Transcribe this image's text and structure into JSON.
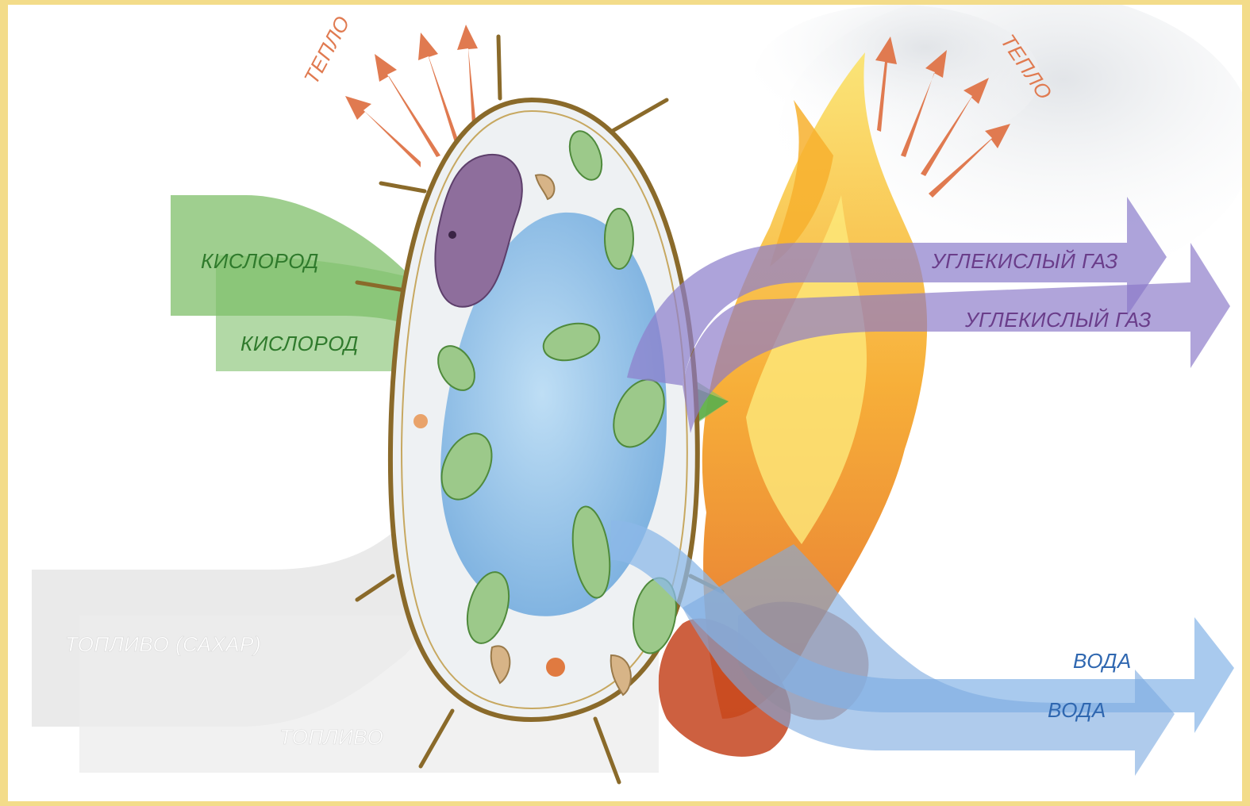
{
  "labels": {
    "heat_left": "ТЕПЛО",
    "heat_right": "ТЕПЛО",
    "oxygen_cell": "КИСЛОРОД",
    "oxygen_fire": "КИСЛОРОД",
    "co2_cell": "УГЛЕКИСЛЫЙ ГАЗ",
    "co2_fire": "УГЛЕКИСЛЫЙ ГАЗ",
    "fuel_cell": "ТОПЛИВО (САХАР)",
    "fuel_fire": "ТОПЛИВО",
    "water_cell": "ВОДА",
    "water_fire": "ВОДА"
  },
  "colors": {
    "frame": "#f3dc8a",
    "heat": "#e07a50",
    "oxygen": "#7fbf6a",
    "oxygen_text": "#2f7a2c",
    "co2": "#8e80cc",
    "co2_text": "#6a3d8a",
    "fuel": "#e9e9e9",
    "water": "#8cb8e8",
    "water_text": "#2f67b0",
    "cell_wall": "#8a6a2a",
    "cytoplasm": "#eef1f3",
    "vacuole": "#8fc2ea",
    "chloroplast": "#9cc98a",
    "nucleus": "#8e6e9c",
    "fire": "#f3a21c"
  }
}
